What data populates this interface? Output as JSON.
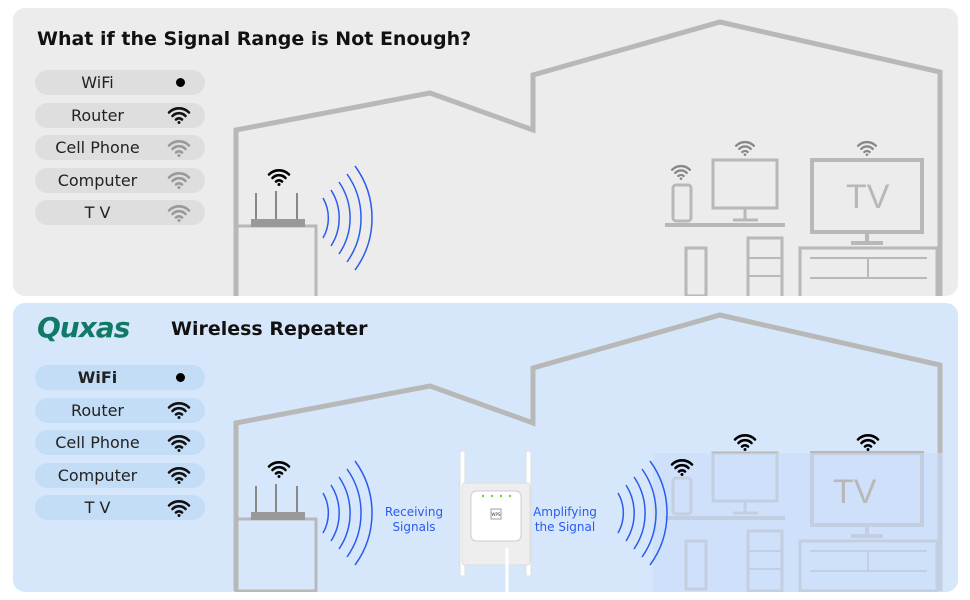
{
  "top": {
    "title": "What if the Signal Range is Not Enough?",
    "items": [
      {
        "label": "WiFi",
        "status": "dot"
      },
      {
        "label": "Router",
        "status": "strong"
      },
      {
        "label": "Cell Phone",
        "status": "weak"
      },
      {
        "label": "Computer",
        "status": "weak"
      },
      {
        "label": "T V",
        "status": "weak"
      }
    ]
  },
  "bottom": {
    "brand": "Quxas",
    "title": "Wireless Repeater",
    "items": [
      {
        "label": "WiFi",
        "status": "dot"
      },
      {
        "label": "Router",
        "status": "strong"
      },
      {
        "label": "Cell Phone",
        "status": "strong"
      },
      {
        "label": "Computer",
        "status": "strong"
      },
      {
        "label": "T V",
        "status": "strong"
      }
    ],
    "receiving": "Receiving Signals",
    "amplifying": "Amplifying the Signal",
    "repeater_button": "WPS"
  },
  "tv_label": "TV",
  "colors": {
    "top_bg": "#ececec",
    "bottom_bg": "#d7e7fb",
    "brand": "#117a66",
    "signal_blue": "#2a5bf0",
    "outline": "#b8b8b8"
  }
}
